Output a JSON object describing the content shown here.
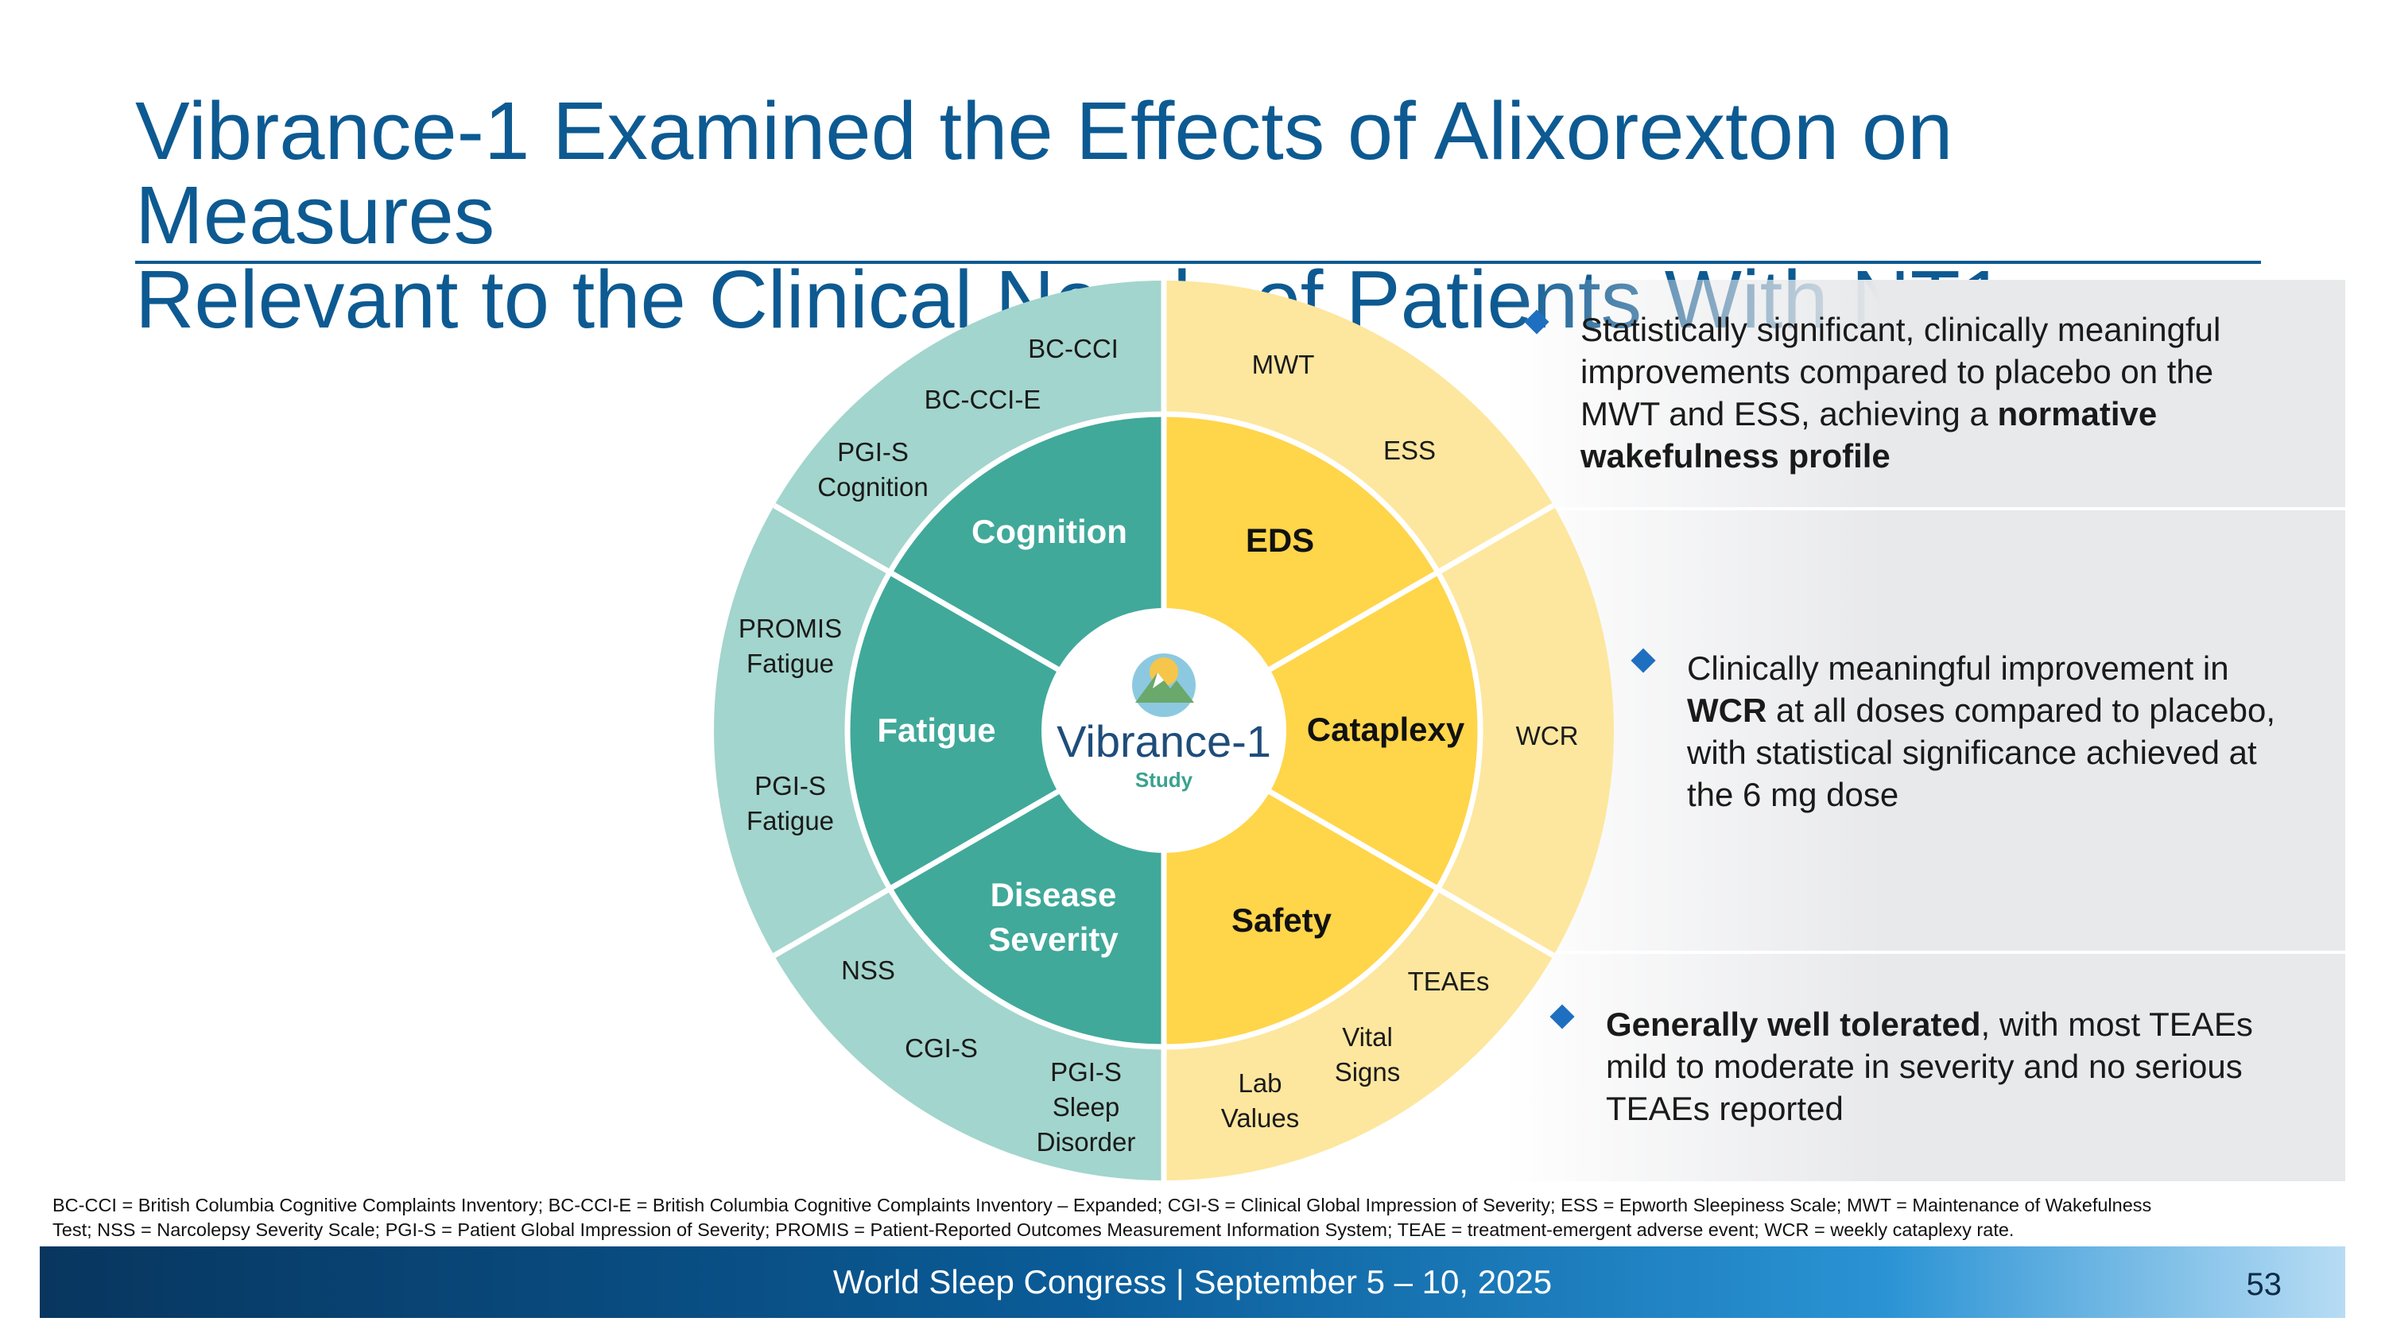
{
  "title": {
    "line1": "Vibrance-1 Examined the Effects of Alixorexton on Measures",
    "line2": "Relevant to the Clinical Needs of Patients With NT1"
  },
  "wheel": {
    "center": {
      "name": "Vibrance-1",
      "sub": "Study"
    },
    "inner_sectors": {
      "cognition": "Cognition",
      "fatigue": "Fatigue",
      "disease_line1": "Disease",
      "disease_line2": "Severity",
      "eds": "EDS",
      "cataplexy": "Cataplexy",
      "safety": "Safety"
    },
    "outer_labels": {
      "bc_cci": "BC-CCI",
      "bc_cci_e": "BC-CCI-E",
      "pgi_s_cognition_1": "PGI-S",
      "pgi_s_cognition_2": "Cognition",
      "promis_1": "PROMIS",
      "promis_2": "Fatigue",
      "pgi_s_fatigue_1": "PGI-S",
      "pgi_s_fatigue_2": "Fatigue",
      "nss": "NSS",
      "cgi_s": "CGI-S",
      "pgi_s_sleep_1": "PGI-S",
      "pgi_s_sleep_2": "Sleep",
      "pgi_s_sleep_3": "Disorder",
      "mwt": "MWT",
      "ess": "ESS",
      "wcr": "WCR",
      "teaes": "TEAEs",
      "vital_1": "Vital",
      "vital_2": "Signs",
      "lab_1": "Lab",
      "lab_2": "Values"
    }
  },
  "bullets": {
    "b1": {
      "l1": "Statistically significant, clinically meaningful",
      "l2": "improvements compared to placebo on the",
      "l3_pre": "MWT and ESS, achieving a ",
      "l3_bold": "normative",
      "l4_bold": "wakefulness profile"
    },
    "b2": {
      "l1": "Clinically meaningful improvement in",
      "l2_bold": "WCR",
      "l2_post": " at all doses compared to placebo,",
      "l3": "with statistical significance achieved at",
      "l4": "the 6 mg dose"
    },
    "b3": {
      "l1_bold": "Generally well tolerated",
      "l1_post": ", with most TEAEs",
      "l2": "mild to moderate in severity and no serious",
      "l3": "TEAEs reported"
    }
  },
  "footnote": {
    "line1": "BC-CCI = British Columbia Cognitive Complaints Inventory; BC-CCI-E = British Columbia Cognitive Complaints Inventory – Expanded; CGI-S = Clinical Global Impression of Severity; ESS = Epworth Sleepiness Scale; MWT = Maintenance of Wakefulness",
    "line2": "Test; NSS = Narcolepsy Severity Scale; PGI-S = Patient Global Impression of Severity; PROMIS = Patient-Reported Outcomes Measurement Information System; TEAE = treatment-emergent adverse event; WCR = weekly cataplexy rate."
  },
  "footer": {
    "text": "World Sleep Congress | September 5 – 10, 2025",
    "page": "53"
  },
  "colors": {
    "title": "#0d5a92",
    "teal_inner": "#40a99a",
    "teal_outer": "#a2d5cd",
    "yellow_inner": "#ffd54a",
    "yellow_outer": "#fde79e",
    "bullet": "#1f6fc1"
  }
}
